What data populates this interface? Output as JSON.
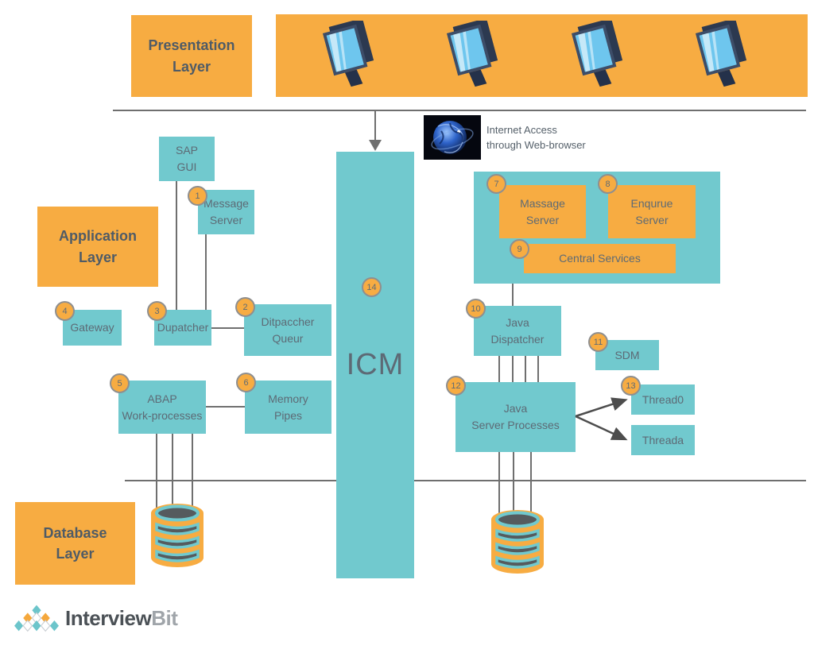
{
  "colors": {
    "orange": "#F7AC42",
    "teal": "#71C9CE",
    "line_gray": "#6F6F6F",
    "text_gray": "#5D6A75",
    "badge_border": "#8F8F8F"
  },
  "layers": {
    "presentation": "Presentation\nLayer",
    "application": "Application\nLayer",
    "database": "Database\nLayer"
  },
  "annotation": {
    "internet_access": "Internet Access\nthrough Web-browser"
  },
  "nodes": {
    "sap_gui": {
      "label": "SAP\nGUI"
    },
    "message_server": {
      "label": "Message\nServer",
      "badge": "1"
    },
    "ditpaccher_queur": {
      "label": "Ditpaccher\nQueur",
      "badge": "2"
    },
    "dupatcher": {
      "label": "Dupatcher",
      "badge": "3"
    },
    "gateway": {
      "label": "Gateway",
      "badge": "4"
    },
    "abap_work_processes": {
      "label": "ABAP\nWork-processes",
      "badge": "5"
    },
    "memory_pipes": {
      "label": "Memory\nPipes",
      "badge": "6"
    },
    "massage_server": {
      "label": "Massage\nServer",
      "badge": "7"
    },
    "enqurue_server": {
      "label": "Enqurue\nServer",
      "badge": "8"
    },
    "central_services": {
      "label": "Central Services",
      "badge": "9"
    },
    "java_dispatcher": {
      "label": "Java\nDispatcher",
      "badge": "10"
    },
    "sdm": {
      "label": "SDM",
      "badge": "11"
    },
    "java_server_processes": {
      "label": "Java\nServer Processes",
      "badge": "12"
    },
    "thread0": {
      "label": "Thread0",
      "badge": "13"
    },
    "threada": {
      "label": "Threada"
    },
    "icm": {
      "label": "ICM",
      "badge": "14"
    }
  },
  "icons": {
    "monitor": "monitor-icon",
    "globe": "globe-icon",
    "database": "database-icon",
    "logo_mark": "interviewbit-logo-mark"
  },
  "branding": {
    "interview": "Interview",
    "bit": "Bit"
  }
}
